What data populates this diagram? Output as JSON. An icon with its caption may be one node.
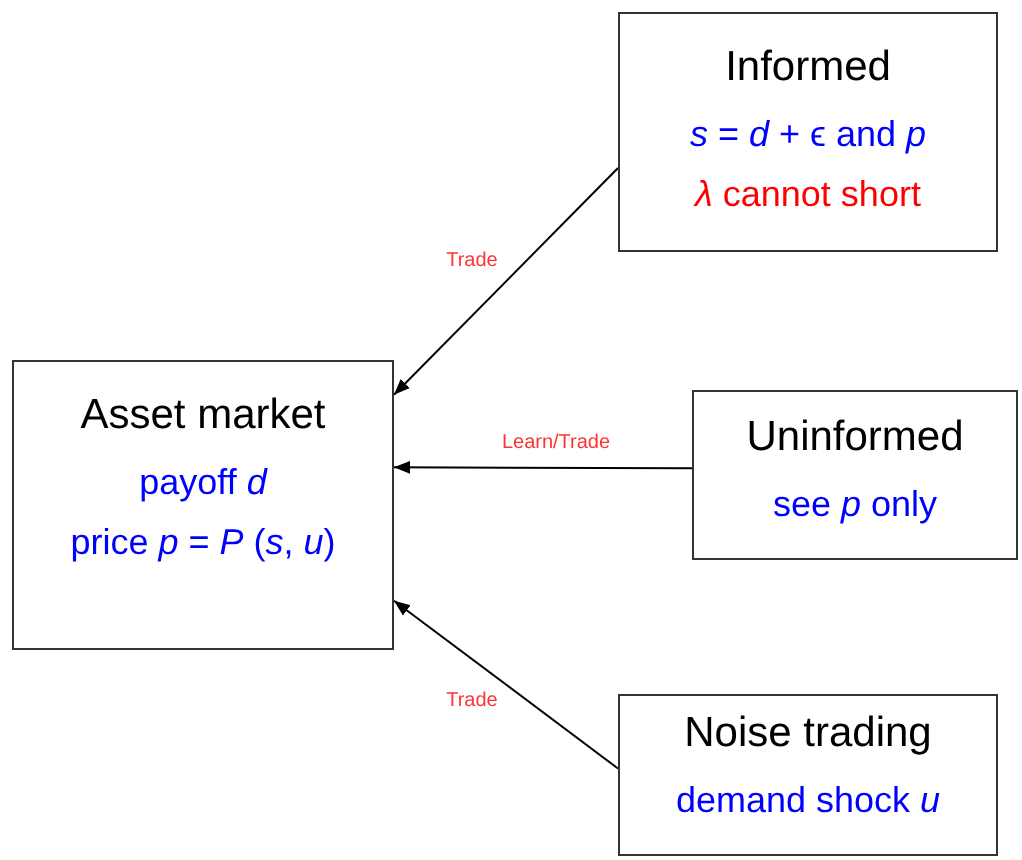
{
  "diagram": {
    "nodes": [
      {
        "text": [
          "Informed",
          "*s* = *d* + ϵ and *p*",
          "*λ* cannot short"
        ]
      },
      {
        "text": [
          "Asset market",
          "payoff *d*",
          "price *p* = *P* (*s*, *u*)"
        ]
      },
      {
        "text": [
          "Uninformed",
          "see *p* only"
        ]
      },
      {
        "text": [
          "Noise trading",
          "demand shock *u*"
        ]
      }
    ],
    "edges": [
      {
        "from": 0,
        "to": 1,
        "arrow": "to",
        "label": "Trade"
      },
      {
        "from": 2,
        "to": 1,
        "arrow": "to",
        "label": "Learn/Trade"
      },
      {
        "from": 3,
        "to": 1,
        "arrow": "to",
        "label": "Trade"
      }
    ]
  }
}
